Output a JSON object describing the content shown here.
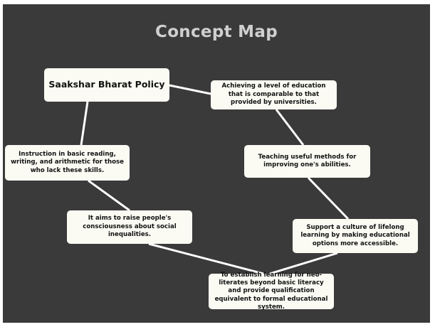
{
  "title": "Concept Map",
  "nodes": {
    "main": "Saakshar Bharat Policy",
    "achieving": "Achieving a level of education that is comparable to that provided by universities.",
    "teaching": "Teaching useful methods for improving one's abilities.",
    "instruction": "Instruction in basic reading, writing, and arithmetic for those who lack these skills.",
    "aims": "It aims to raise people's consciousness about social inequalities.",
    "support": "Support a culture of lifelong learning by making educational options more accessible.",
    "establish": "To establish learning for neo-literates beyond basic literacy and provide qualification equivalent to formal educational system."
  },
  "colors": {
    "background": "#3a3a3a",
    "node_fill": "#fbfbf4",
    "connector": "#ffffff",
    "title": "#cfcfcf"
  }
}
